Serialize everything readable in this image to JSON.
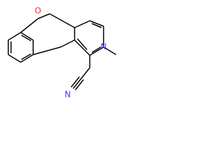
{
  "structure": {
    "atoms": {
      "oxygen": "O",
      "ring_nitrogen": "N",
      "nitrile_nitrogen": "N"
    },
    "colors": {
      "oxygen": "#ff2a2a",
      "nitrogen": "#3a3aff",
      "bond": "#000000",
      "background": "#ffffff"
    }
  }
}
